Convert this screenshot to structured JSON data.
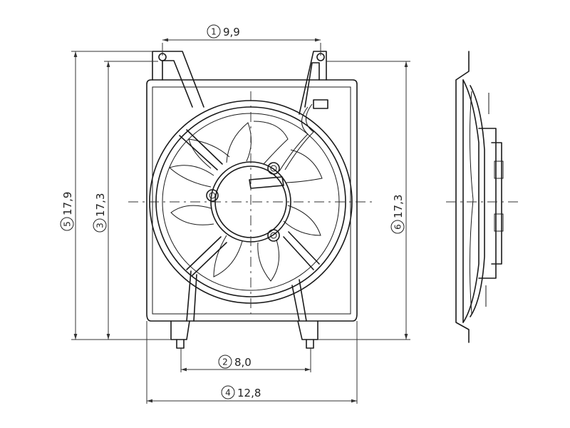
{
  "dimensions": [
    {
      "marker": "1",
      "value": "9,9"
    },
    {
      "marker": "2",
      "value": "8,0"
    },
    {
      "marker": "3",
      "value": "17,3"
    },
    {
      "marker": "4",
      "value": "12,8"
    },
    {
      "marker": "5",
      "value": "17,9"
    },
    {
      "marker": "6",
      "value": "17,3"
    }
  ]
}
